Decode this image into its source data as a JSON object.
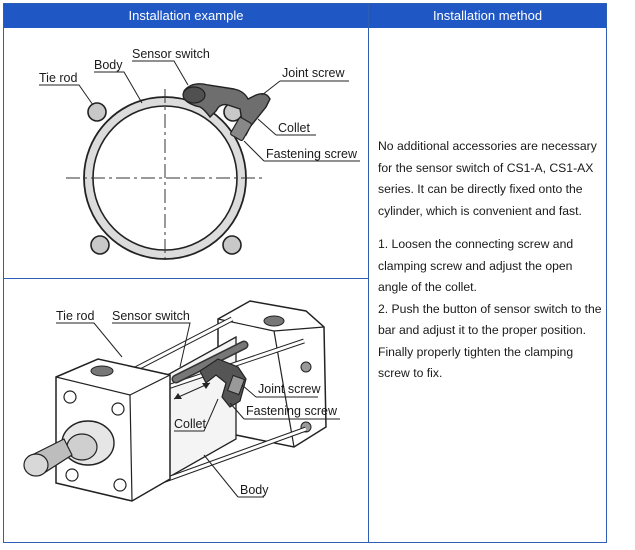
{
  "table": {
    "header_example": "Installation example",
    "header_method": "Installation method"
  },
  "figure1": {
    "labels": {
      "tie_rod": "Tie rod",
      "body": "Body",
      "sensor_switch": "Sensor switch",
      "joint_screw": "Joint screw",
      "collet": "Collet",
      "fastening_screw": "Fastening screw"
    }
  },
  "figure2": {
    "labels": {
      "tie_rod": "Tie rod",
      "sensor_switch": "Sensor switch",
      "joint_screw": "Joint screw",
      "fastening_screw": "Fastening screw",
      "collet": "Collet",
      "body": "Body"
    }
  },
  "method": {
    "intro": "No additional accessories are necessary for the sensor switch of CS1-A, CS1-AX series. It can be directly fixed onto the cylinder, which is convenient and fast.",
    "step1": "1. Loosen the connecting screw and clamping screw and adjust the open angle of the collet.",
    "step2": "2. Push the button of sensor switch to the bar and adjust it to the proper position. Finally properly tighten the clamping screw to fix."
  },
  "colors": {
    "header_bg": "#1f57c4",
    "border": "#2f5fb3"
  }
}
